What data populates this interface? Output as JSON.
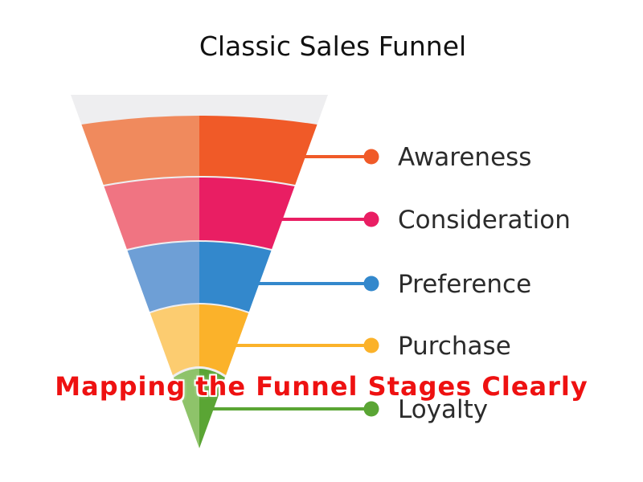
{
  "title": "Classic Sales Funnel",
  "stages": [
    {
      "label": "Awareness",
      "color": "#f05a28",
      "light": "#f08a5d"
    },
    {
      "label": "Consideration",
      "color": "#e91e63",
      "light": "#f07482"
    },
    {
      "label": "Preference",
      "color": "#3388cc",
      "light": "#6e9fd6"
    },
    {
      "label": "Purchase",
      "color": "#fbb22a",
      "light": "#fccc70"
    },
    {
      "label": "Loyalty",
      "color": "#5aa534",
      "light": "#8ec36a"
    }
  ],
  "banner": "Mapping the Funnel Stages Clearly"
}
